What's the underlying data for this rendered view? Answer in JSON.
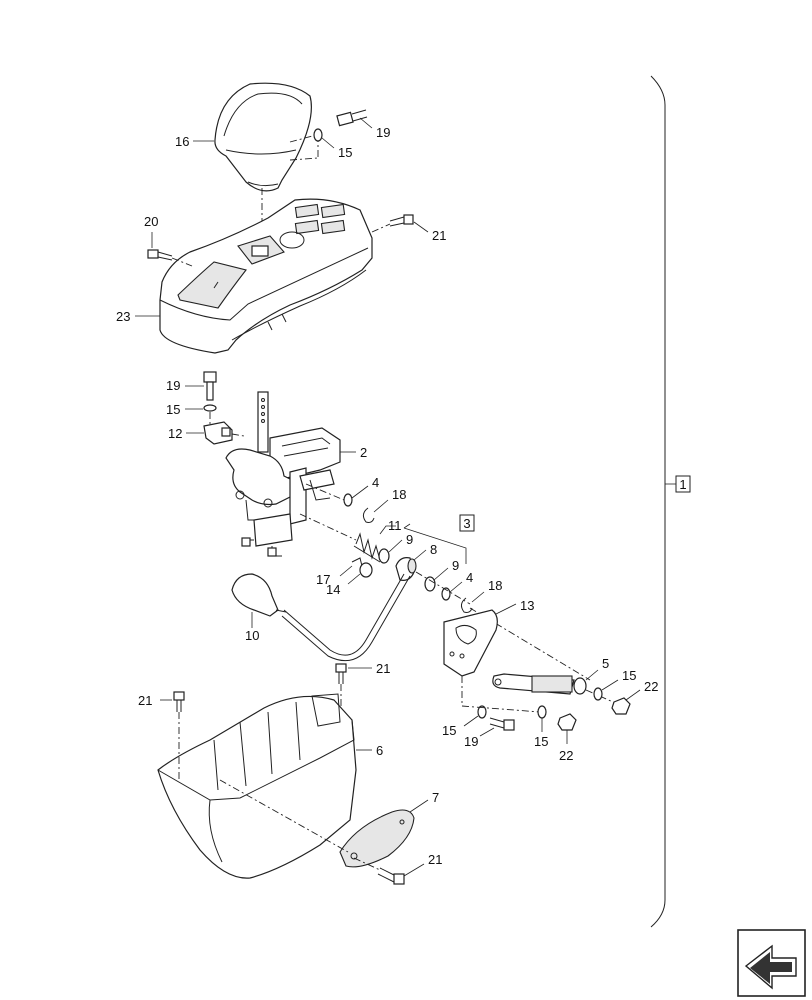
{
  "callouts": {
    "c1": "1",
    "c2": "2",
    "c3": "3",
    "c4a": "4",
    "c4b": "4",
    "c5": "5",
    "c6": "6",
    "c7": "7",
    "c8": "8",
    "c9a": "9",
    "c9b": "9",
    "c10": "10",
    "c11": "11",
    "c12": "12",
    "c13": "13",
    "c14": "14",
    "c15a": "15",
    "c15b": "15",
    "c15c": "15",
    "c15d": "15",
    "c15e": "15",
    "c16": "16",
    "c17": "17",
    "c18a": "18",
    "c18b": "18",
    "c19a": "19",
    "c19b": "19",
    "c19c": "19",
    "c20": "20",
    "c21a": "21",
    "c21b": "21",
    "c21c": "21",
    "c21d": "21",
    "c22a": "22",
    "c22b": "22",
    "c23": "23"
  },
  "nav": {
    "icon": "next-page-arrow-icon"
  }
}
